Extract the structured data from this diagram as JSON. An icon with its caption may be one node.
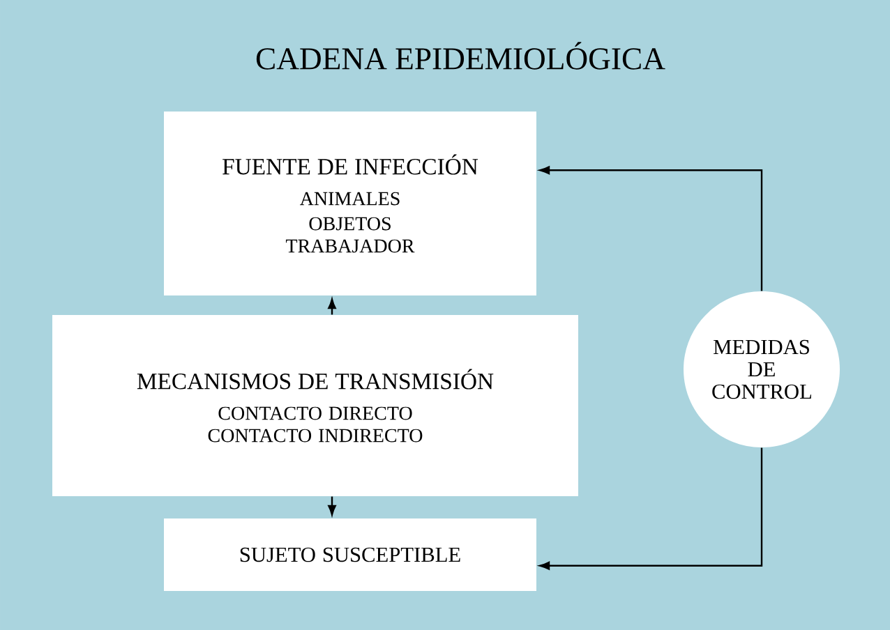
{
  "diagram": {
    "title": "CADENA EPIDEMIOLÓGICA",
    "nodes": [
      {
        "text": [
          "FUENTE DE INFECCIÓN",
          "ANIMALES",
          "OBJETOS",
          "TRABAJADOR"
        ]
      },
      {
        "text": [
          "MECANISMOS DE TRANSMISIÓN",
          "CONTACTO DIRECTO",
          "CONTACTO INDIRECTO"
        ]
      },
      {
        "text": [
          "SUJETO SUSCEPTIBLE"
        ]
      },
      {
        "text": [
          "MEDIDAS DE CONTROL"
        ]
      }
    ],
    "edges": [
      {
        "from": 1,
        "to": 0,
        "arrow": "to"
      },
      {
        "from": 1,
        "to": 2,
        "arrow": "to"
      },
      {
        "from": 3,
        "to": 0,
        "arrow": "to"
      },
      {
        "from": 3,
        "to": 2,
        "arrow": "to"
      }
    ]
  }
}
